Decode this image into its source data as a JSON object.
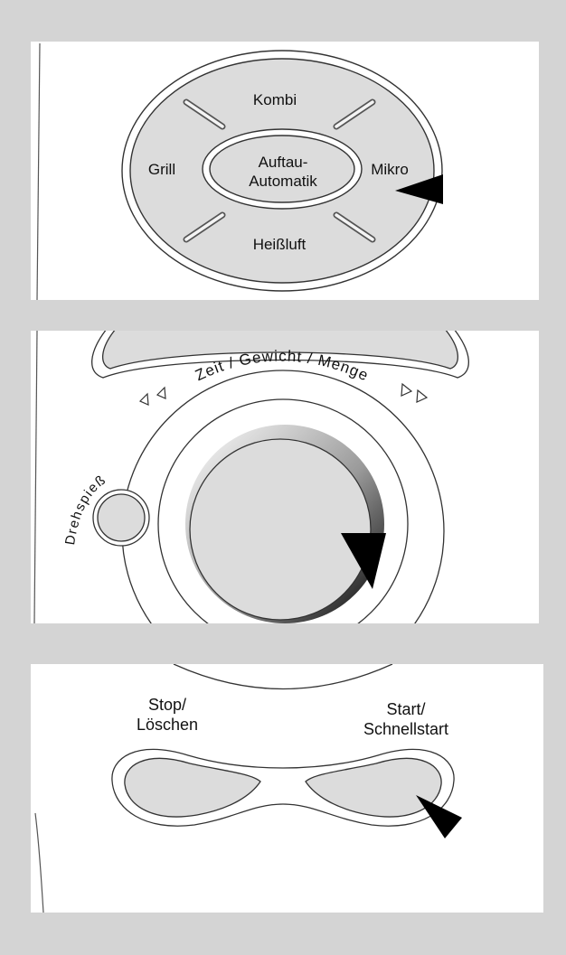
{
  "mode_selector": {
    "kombi": "Kombi",
    "grill": "Grill",
    "mikro": "Mikro",
    "heissluft": "Heißluft",
    "center_line1": "Auftau-",
    "center_line2": "Automatik"
  },
  "dial": {
    "label": "Zeit / Gewicht / Menge",
    "rotisserie": "Drehspieß"
  },
  "controls": {
    "stop_line1": "Stop/",
    "stop_line2": "Löschen",
    "start_line1": "Start/",
    "start_line2": "Schnellstart"
  },
  "colors": {
    "frame": "#d4d4d4",
    "panel": "#ffffff",
    "button_fill": "#dcdcdc",
    "stroke": "#333333",
    "pointer": "#000000"
  }
}
